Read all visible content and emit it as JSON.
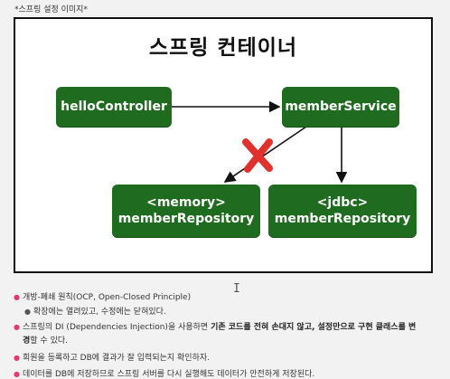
{
  "caption": "*스프링 설정 이미지*",
  "container": {
    "title": "스프링 컨테이너"
  },
  "nodes": {
    "hello": {
      "line1": "helloController"
    },
    "service": {
      "line1": "memberService"
    },
    "memory": {
      "line1": "<memory>",
      "line2": "memberRepository"
    },
    "jdbc": {
      "line1": "<jdbc>",
      "line2": "memberRepository"
    }
  },
  "colors": {
    "node_fill": "#1f6b1f",
    "cross": "#e0312c",
    "bullet": "#e23b6a"
  },
  "notes": [
    {
      "text": "개방-폐쇄 원칙(OCP, Open-Closed Principle)"
    },
    {
      "text": "확장에는 열려있고, 수정에는 닫혀있다."
    },
    {
      "pre": "스프링의 DI (Dependencies Injection)을 사용하면 ",
      "bold": "기존 코드를 전혀 손대지 않고, 설정만으로 구현 클래스를 변",
      "bold2": "경",
      "post": "할 수 있다."
    },
    {
      "text": "회원을 등록하고 DB에 결과가 잘 입력되는지 확인하자."
    },
    {
      "text": "데이터를 DB에 저장하므로 스프링 서버를 다시 실행해도 데이터가 안전하게 저장된다."
    }
  ],
  "cursor_glyph": "I"
}
